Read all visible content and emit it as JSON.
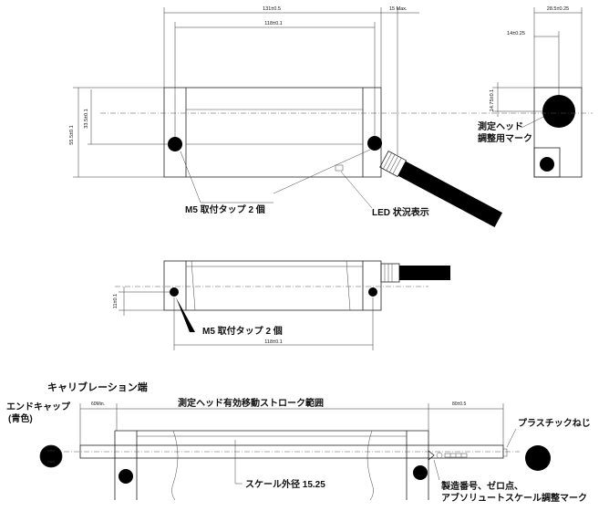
{
  "dimensions": {
    "overall_length": "131±0.5",
    "head_max": "15 Max.",
    "hole_pitch_top": "118±0.1",
    "hole_pitch_bottom": "118±0.1",
    "height_total": "55.5±0.1",
    "height_holes": "33.5±0.1",
    "side_width": "28.5±0.25",
    "side_offset": "14±0.25",
    "side_height": "14.75±0.1",
    "front_height": "11±0.1",
    "stroke_left_min": "60Min.",
    "stroke_right_max": "80±0.5"
  },
  "labels": {
    "m5_tap_top": "M5 取付タップ 2 個",
    "led_indicator": "LED 状況表示",
    "head_adjust_mark_line1": "測定ヘッド",
    "head_adjust_mark_line2": "調整用マーク",
    "m5_tap_front": "M5 取付タップ 2 個",
    "calibration_end": "キャリブレーション端",
    "effective_stroke": "測定ヘッド有効移動ストローク範囲",
    "end_cap_line1": "エンドキャップ",
    "end_cap_line2": "(青色)",
    "plastic_screw": "プラスチックねじ",
    "scale_diameter": "スケール外径 15.25",
    "serial_line1": "製造番号、ゼロ点、",
    "serial_line2": "アブソリュートスケール調整マーク"
  }
}
